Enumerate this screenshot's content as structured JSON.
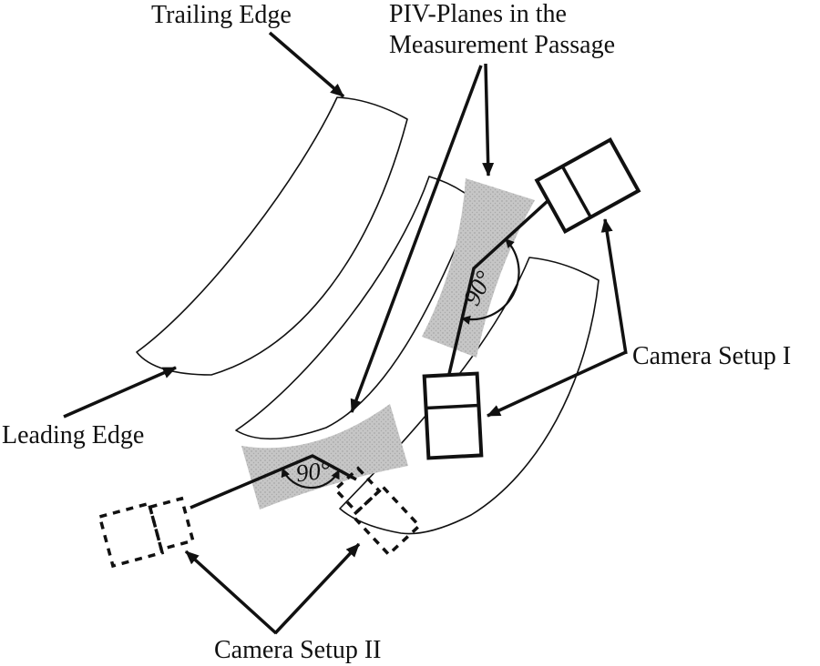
{
  "figure": {
    "type": "schematic-diagram",
    "subject": "PIV measurement setup in a turbine blade cascade",
    "background_color": "#ffffff",
    "ink_color": "#111111",
    "plane_fill_color": "#c6c6c6",
    "plane_dot_color": "#999999",
    "labels": {
      "trailing_edge": "Trailing Edge",
      "piv_planes_line1": "PIV-Planes in the",
      "piv_planes_line2": "Measurement Passage",
      "camera_setup_i": "Camera Setup I",
      "leading_edge": "Leading Edge",
      "camera_setup_ii": "Camera Setup II",
      "angle_upper": "90°",
      "angle_lower": "90°"
    }
  }
}
